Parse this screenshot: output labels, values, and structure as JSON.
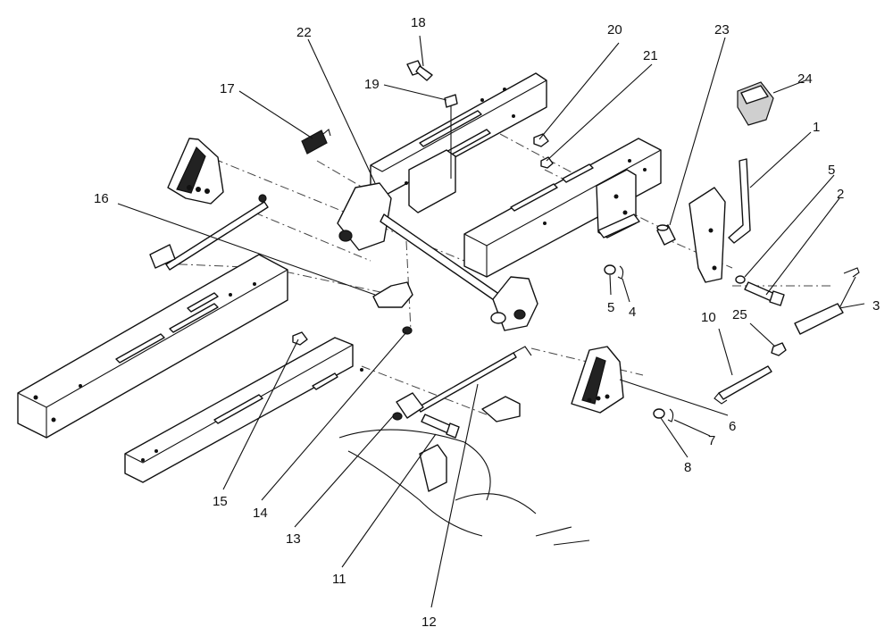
{
  "callouts": {
    "c1": "1",
    "c2": "2",
    "c3": "3",
    "c4": "4",
    "c5a": "5",
    "c5b": "5",
    "c6": "6",
    "c7": "7",
    "c8": "8",
    "c10": "10",
    "c11": "11",
    "c12": "12",
    "c13": "13",
    "c14": "14",
    "c15": "15",
    "c16": "16",
    "c17": "17",
    "c18": "18",
    "c19": "19",
    "c20": "20",
    "c21": "21",
    "c22": "22",
    "c23": "23",
    "c24": "24",
    "c25": "25"
  }
}
